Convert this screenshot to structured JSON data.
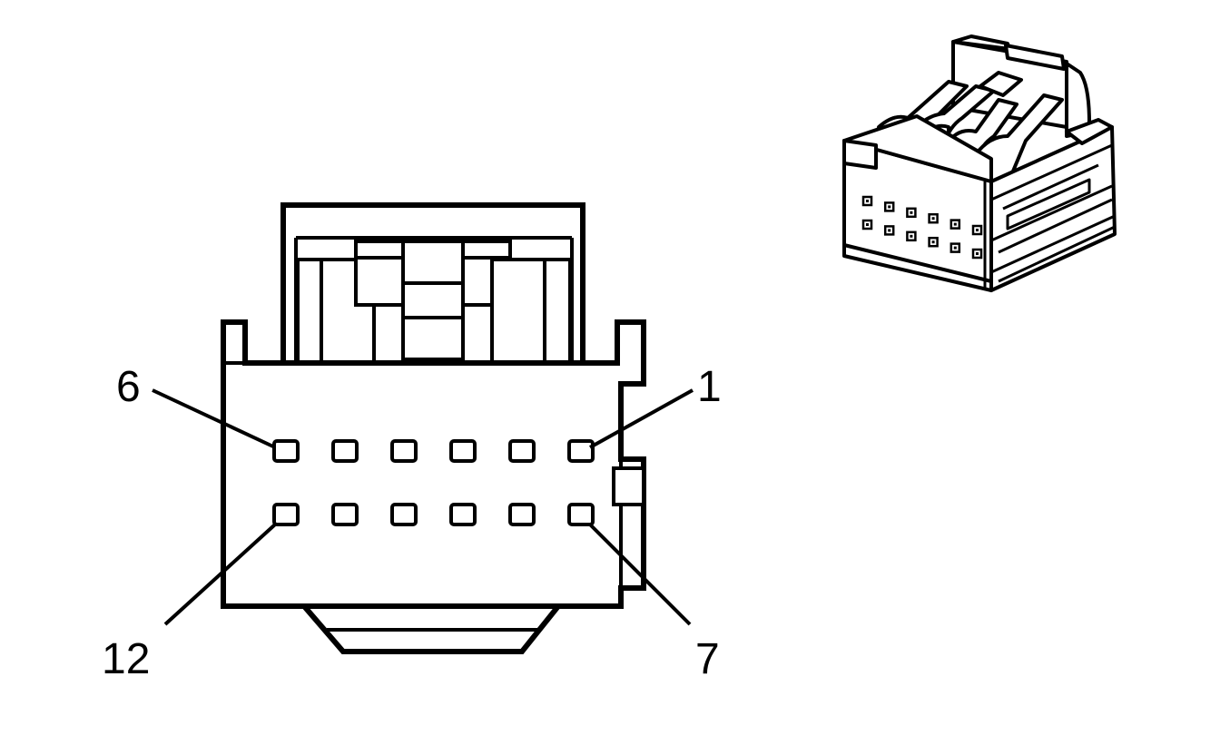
{
  "colors": {
    "stroke": "#000000",
    "fill": "#ffffff"
  },
  "connector_face": {
    "pin_labels": {
      "top_left": "6",
      "top_right": "1",
      "bottom_left": "12",
      "bottom_right": "7"
    },
    "cavity_rows": 2,
    "cavities_per_row": 6
  },
  "connector_3d": {
    "cavity_rows": 2,
    "cavities_per_row": 6
  }
}
